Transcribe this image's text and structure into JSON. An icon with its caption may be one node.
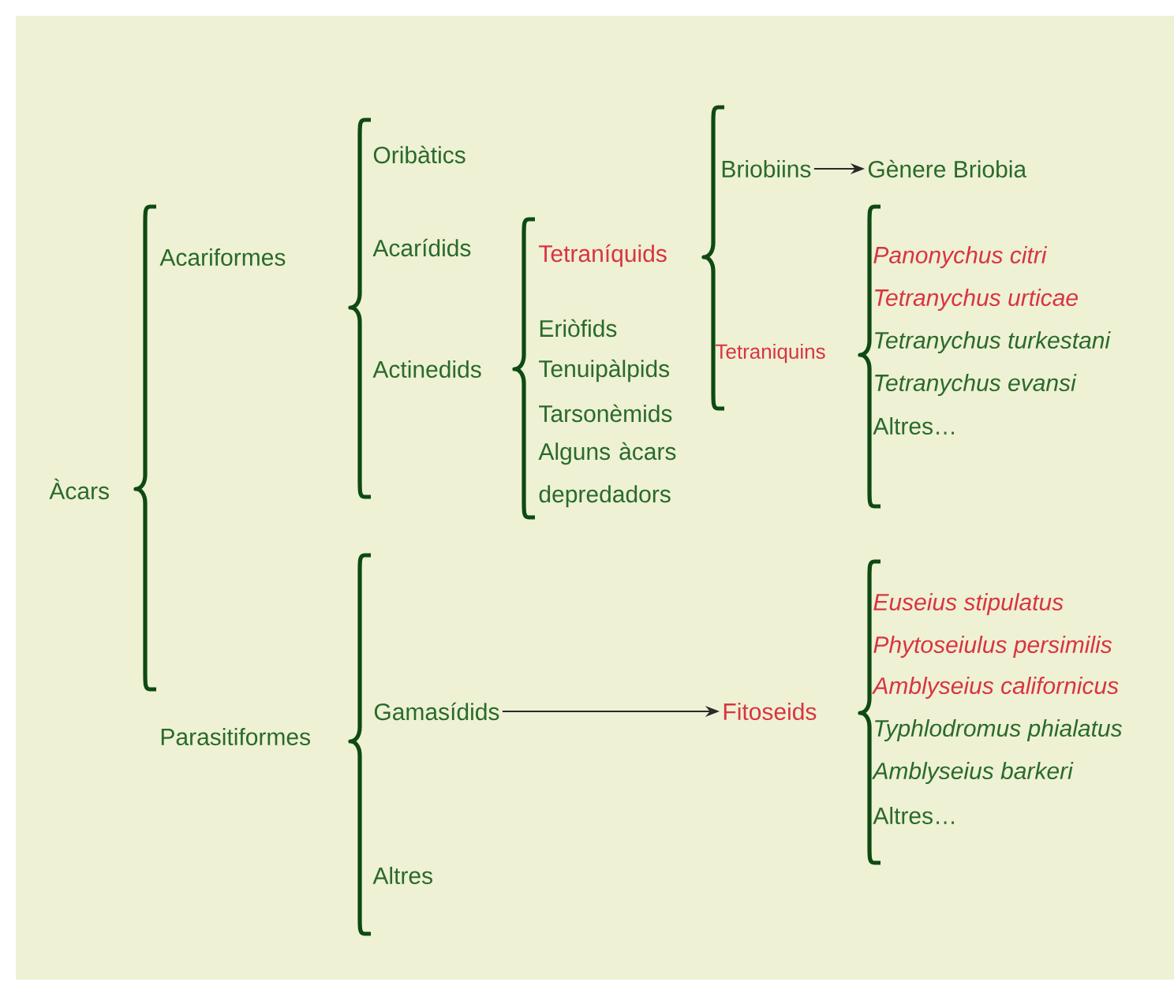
{
  "diagram": {
    "nodes": [
      {
        "text": [
          "Briobiins"
        ]
      },
      {
        "text": [
          "Gènere Briobia"
        ]
      },
      {
        "text": [
          "Gamasídids"
        ]
      },
      {
        "text": [
          "Fitoseids"
        ]
      }
    ],
    "edges": [
      {
        "from": 0,
        "to": 1,
        "arrow": "to"
      },
      {
        "from": 2,
        "to": 3,
        "arrow": "to"
      }
    ],
    "labels": [
      "Àcars",
      "Acariformes",
      "Parasitiformes",
      "Oribàtics",
      "Acarídids",
      "Actinedids",
      "Altres",
      "Tetraníquids",
      "Eriòfids",
      "Tenuipàlpids",
      "Tarsonèmids",
      "Alguns àcars depredadors",
      "Tetraniquins",
      "Panonychus citri",
      "Tetranychus urticae",
      "Tetranychus turkestani",
      "Tetranychus evansi",
      "Altres…",
      "Euseius stipulatus",
      "Phytoseiulus persimilis",
      "Amblyseius californicus",
      "Typhlodromus phialatus",
      "Amblyseius barkeri",
      "Altres…"
    ]
  }
}
